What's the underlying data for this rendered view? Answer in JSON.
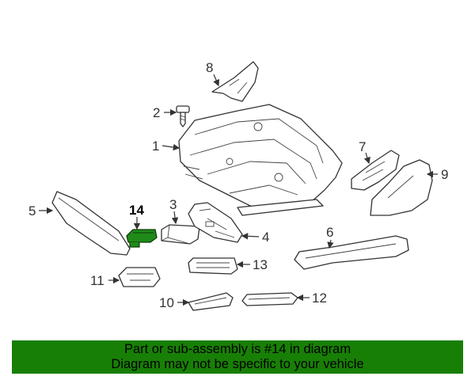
{
  "diagram": {
    "callouts": [
      {
        "id": "1",
        "label": "1"
      },
      {
        "id": "2",
        "label": "2"
      },
      {
        "id": "3",
        "label": "3"
      },
      {
        "id": "4",
        "label": "4"
      },
      {
        "id": "5",
        "label": "5"
      },
      {
        "id": "6",
        "label": "6"
      },
      {
        "id": "7",
        "label": "7"
      },
      {
        "id": "8",
        "label": "8"
      },
      {
        "id": "9",
        "label": "9"
      },
      {
        "id": "10",
        "label": "10"
      },
      {
        "id": "11",
        "label": "11"
      },
      {
        "id": "12",
        "label": "12"
      },
      {
        "id": "13",
        "label": "13"
      },
      {
        "id": "14",
        "label": "14"
      }
    ],
    "highlighted_part": "14",
    "highlight_color": "#1f8a1a"
  },
  "banner": {
    "line1": "Part or sub-assembly is #14 in diagram",
    "line2": "Diagram may not be specific to your vehicle",
    "background": "#187f06"
  }
}
